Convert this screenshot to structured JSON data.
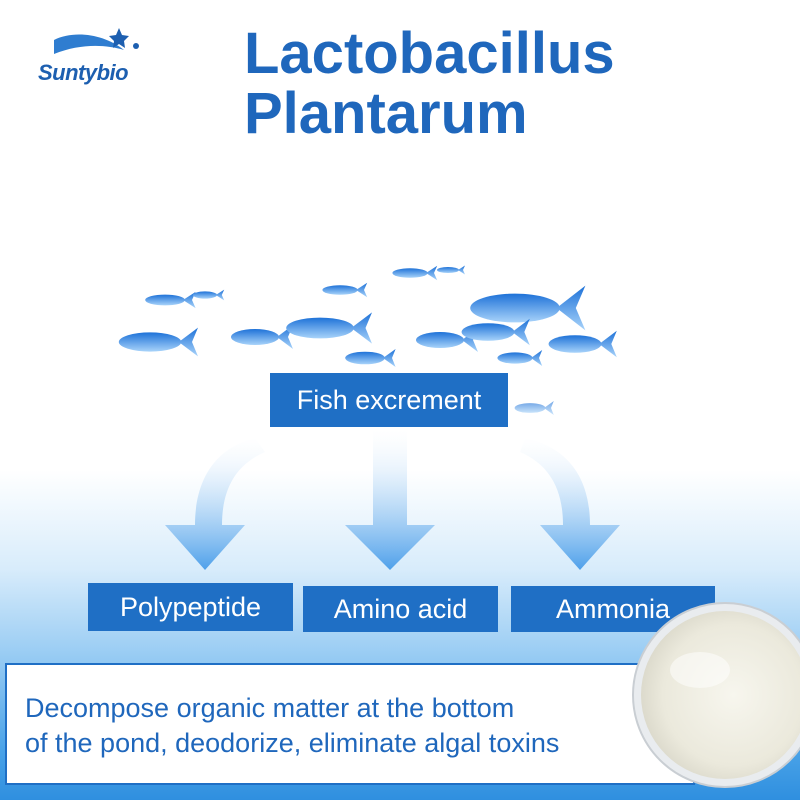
{
  "brand": {
    "logo_text": "Suntybio"
  },
  "title": {
    "line1": "Lactobacillus",
    "line2": "Plantarum"
  },
  "diagram": {
    "source": "Fish excrement",
    "products": [
      "Polypeptide",
      "Amino acid",
      "Ammonia"
    ]
  },
  "description": {
    "line1": "Decompose organic matter at the bottom",
    "line2": "of the pond, deodorize, eliminate algal toxins"
  },
  "colors": {
    "brand_blue": "#1f67bc",
    "box_blue": "#1f6fc5",
    "arrow_blue": "#6fb3ee"
  },
  "icons": [
    "logo-icon",
    "fish-school-icon",
    "arrow-icon",
    "powder-dish-icon"
  ]
}
